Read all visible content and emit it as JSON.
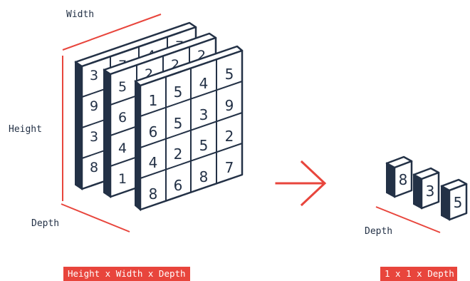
{
  "labels": {
    "width": "Width",
    "height": "Height",
    "depth_left": "Depth",
    "depth_right": "Depth"
  },
  "captions": {
    "left": "Height x Width x Depth",
    "right": "1 x 1 x Depth"
  },
  "colors": {
    "accent": "#e8453c",
    "stroke": "#233146",
    "paper": "#ffffff"
  },
  "matrices": {
    "back": {
      "first_column": [
        "3",
        "9",
        "3",
        "8"
      ],
      "top_row_partial": [
        "7",
        "4",
        "7"
      ]
    },
    "middle": {
      "first_column": [
        "5",
        "6",
        "4",
        "1"
      ],
      "top_row_partial": [
        "2",
        "2",
        "2"
      ]
    },
    "front": [
      [
        "1",
        "5",
        "4",
        "5"
      ],
      [
        "6",
        "5",
        "3",
        "9"
      ],
      [
        "4",
        "2",
        "5",
        "2"
      ],
      [
        "8",
        "6",
        "8",
        "7"
      ]
    ]
  },
  "pooled": [
    "8",
    "3",
    "5"
  ]
}
